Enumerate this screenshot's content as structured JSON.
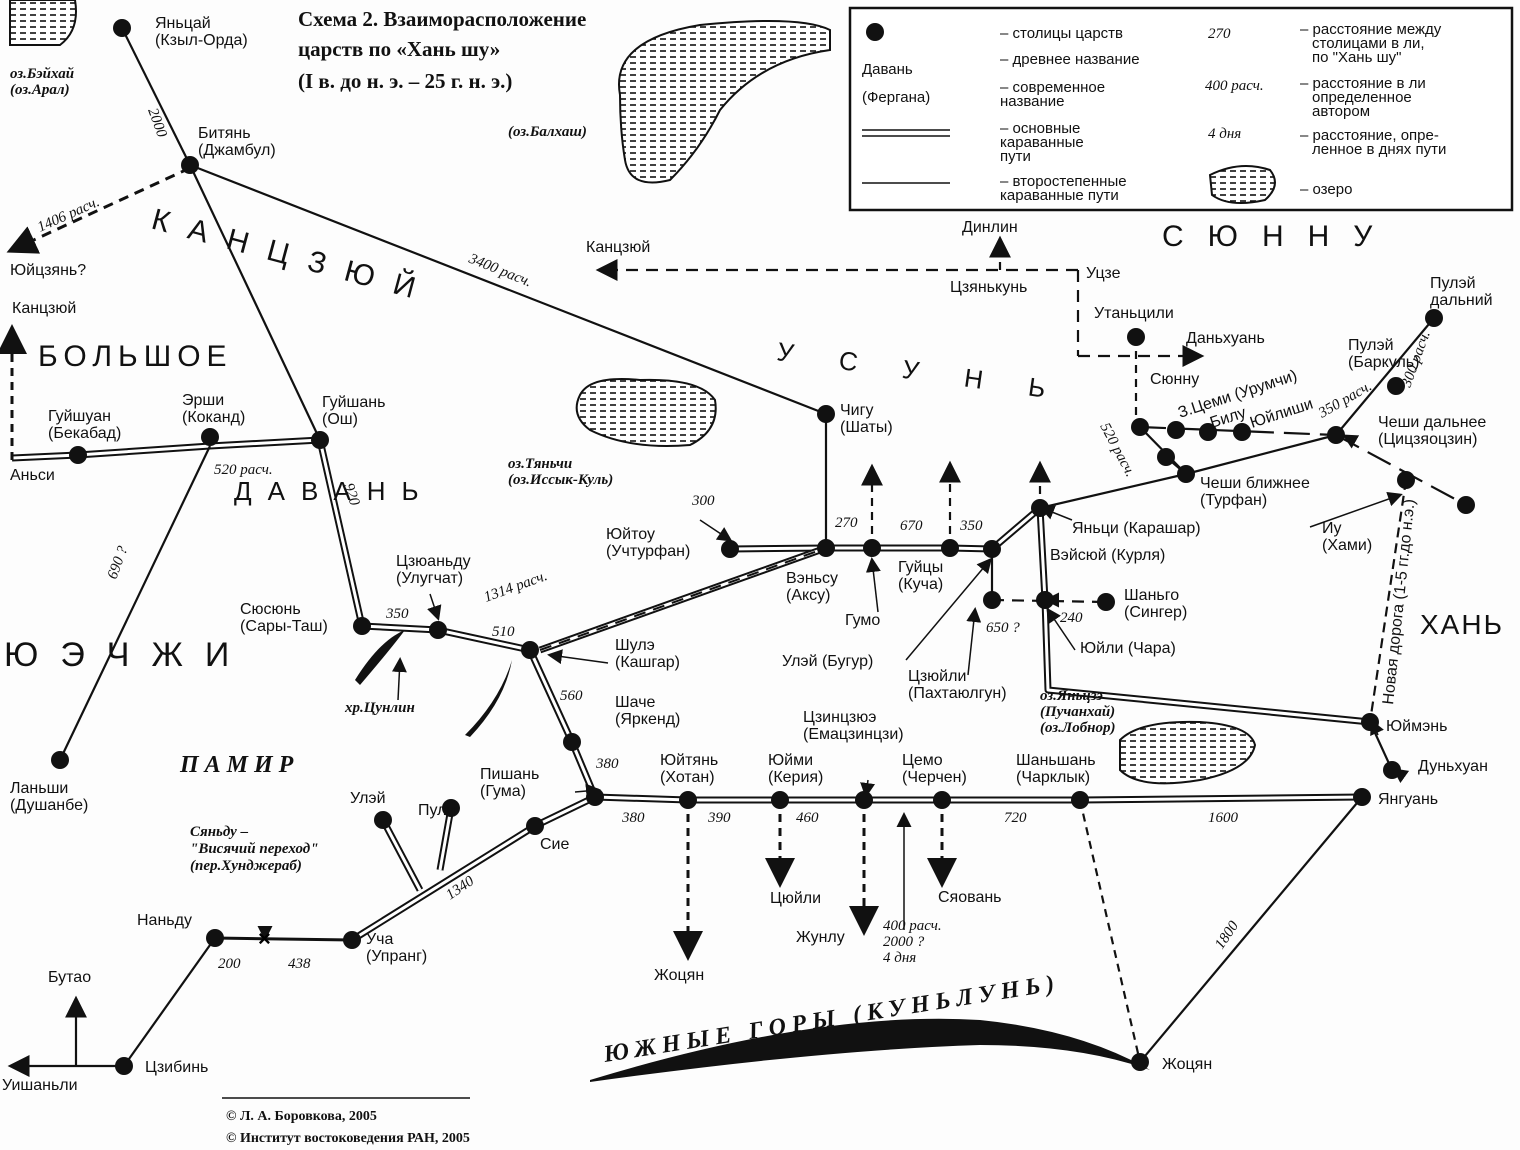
{
  "title": {
    "line1": "Схема 2. Взаиморасположение",
    "line2": "царств по «Хань шу»",
    "line3": "(I в. до н. э. – 25 г. н. э.)"
  },
  "legend": {
    "capital": "– столицы царств",
    "ancient": "– древнее название",
    "sample_ancient": "Давань",
    "sample_modern": "(Фергана)",
    "modern_1": "– современное",
    "modern_2": "название",
    "main_route_1": "– основные",
    "main_route_2": "караванные",
    "main_route_3": "пути",
    "secondary_route_1": "– второстепенные",
    "secondary_route_2": "караванные пути",
    "sample_distance": "270",
    "sample_calc": "400 расч.",
    "sample_days": "4 дня",
    "distance_1": "– расстояние между",
    "distance_2": "столицами в ли,",
    "distance_3": "по \"Хань шу\"",
    "calc_1": "– расстояние в ли",
    "calc_2": "определенное",
    "calc_3": "автором",
    "days_1": "– расстояние, опре-",
    "days_2": "ленное в днях пути",
    "lake": "– озеро"
  },
  "copyright": {
    "line1": "© Л. А. Боровкова, 2005",
    "line2": "© Институт востоковедения РАН, 2005"
  },
  "regions": [
    {
      "name": "region-kangju",
      "text": "КАНЦЗЮЙ"
    },
    {
      "name": "region-big",
      "text": "БОЛЬШОЕ"
    },
    {
      "name": "region-davan",
      "text": "ДАВАНЬ"
    },
    {
      "name": "region-yuezhi",
      "text": "ЮЭЧЖИ"
    },
    {
      "name": "region-xiongnu",
      "text": "СЮННУ"
    },
    {
      "name": "region-usun",
      "text": "УСУНЬ"
    },
    {
      "name": "region-han",
      "text": "ХАНЬ"
    },
    {
      "name": "region-pamir",
      "text": "ПАМИР"
    },
    {
      "name": "region-kunlun",
      "text": "ЮЖНЫЕ ГОРЫ (КУНЬЛУНЬ)"
    }
  ],
  "lakes": [
    {
      "name": "lake-aral-label",
      "lines": [
        "оз.Бэйхай",
        "(оз.Арал)"
      ]
    },
    {
      "name": "lake-balkhash-label",
      "lines": [
        "(оз.Балхаш)"
      ]
    },
    {
      "name": "lake-issyk-kul-label",
      "lines": [
        "оз.Тяньчи",
        "(оз.Иссык-Куль)"
      ]
    },
    {
      "name": "lake-lobnor-label",
      "lines": [
        "оз.Яньцзэ",
        "(Пучанхай)",
        "(оз.Лобнор)"
      ]
    }
  ],
  "places": [
    {
      "name": "yantsai",
      "lines": [
        "Яньцай",
        "(Кзыл-Орда)"
      ]
    },
    {
      "name": "bityan",
      "lines": [
        "Битянь",
        "(Джамбул)"
      ]
    },
    {
      "name": "yoitsyan",
      "lines": [
        "Юйцзянь?"
      ]
    },
    {
      "name": "kangju-west",
      "lines": [
        "Канцзюй"
      ]
    },
    {
      "name": "guishuan",
      "lines": [
        "Гуйшуан",
        "(Бекабад)"
      ]
    },
    {
      "name": "ershi",
      "lines": [
        "Эрши",
        "(Коканд)"
      ]
    },
    {
      "name": "guishan",
      "lines": [
        "Гуйшань",
        "(Ош)"
      ]
    },
    {
      "name": "ansi",
      "lines": [
        "Аньси"
      ]
    },
    {
      "name": "lanshi",
      "lines": [
        "Ланьши",
        "(Душанбе)"
      ]
    },
    {
      "name": "syusyun",
      "lines": [
        "Сюсюнь",
        "(Сары-Таш)"
      ]
    },
    {
      "name": "tszyuandu",
      "lines": [
        "Цзюаньду",
        "(Улугчат)"
      ]
    },
    {
      "name": "tsunlin-range",
      "lines": [
        "хр.Цунлин"
      ]
    },
    {
      "name": "shule",
      "lines": [
        "Шулэ",
        "(Кашгар)"
      ]
    },
    {
      "name": "shache",
      "lines": [
        "Шаче",
        "(Яркенд)"
      ]
    },
    {
      "name": "pishan",
      "lines": [
        "Пишань",
        "(Гума)"
      ]
    },
    {
      "name": "sie",
      "lines": [
        "Сие"
      ]
    },
    {
      "name": "ulei-west",
      "lines": [
        "Улэй"
      ]
    },
    {
      "name": "puli",
      "lines": [
        "Пули"
      ]
    },
    {
      "name": "syandu",
      "lines": [
        "Сяньду –",
        "\"Висячий переход\"",
        "(пер.Хунджераб)"
      ]
    },
    {
      "name": "nandu",
      "lines": [
        "Наньду"
      ]
    },
    {
      "name": "ucha",
      "lines": [
        "Уча",
        "(Упранг)"
      ]
    },
    {
      "name": "butao",
      "lines": [
        "Бутао"
      ]
    },
    {
      "name": "tszibin",
      "lines": [
        "Цзибинь"
      ]
    },
    {
      "name": "ushanli",
      "lines": [
        "Уишаньли"
      ]
    },
    {
      "name": "yuitou",
      "lines": [
        "Юйтоу",
        "(Учтурфан)"
      ]
    },
    {
      "name": "chigu",
      "lines": [
        "Чигу",
        "(Шаты)"
      ]
    },
    {
      "name": "vensu",
      "lines": [
        "Вэньсу",
        "(Аксу)"
      ]
    },
    {
      "name": "gumo",
      "lines": [
        "Гумо"
      ]
    },
    {
      "name": "guitsy",
      "lines": [
        "Гуйцы",
        "(Куча)"
      ]
    },
    {
      "name": "ulei-bugur",
      "lines": [
        "Улэй (Бугур)"
      ]
    },
    {
      "name": "tszyoili",
      "lines": [
        "Цзюйли",
        "(Пахтаюлгун)"
      ]
    },
    {
      "name": "yanqi",
      "lines": [
        "Яньци (Карашар)"
      ]
    },
    {
      "name": "veisyui",
      "lines": [
        "Вэйсюй (Курля)"
      ]
    },
    {
      "name": "shango",
      "lines": [
        "Шаньго",
        "(Сингер)"
      ]
    },
    {
      "name": "yuili",
      "lines": [
        "Юйли (Чара)"
      ]
    },
    {
      "name": "kangju-north",
      "lines": [
        "Канцзюй"
      ]
    },
    {
      "name": "dinlin",
      "lines": [
        "Динлин"
      ]
    },
    {
      "name": "tszyankun",
      "lines": [
        "Цзянькунь"
      ]
    },
    {
      "name": "utsze",
      "lines": [
        "Уцзе"
      ]
    },
    {
      "name": "utantsili",
      "lines": [
        "Утаньцили"
      ]
    },
    {
      "name": "danhuan",
      "lines": [
        "Даньхуань"
      ]
    },
    {
      "name": "syunnu-town",
      "lines": [
        "Сюнну"
      ]
    },
    {
      "name": "tsemi",
      "lines": [
        "З.Цеми (Урумчи)"
      ]
    },
    {
      "name": "bilu",
      "lines": [
        "Билу"
      ]
    },
    {
      "name": "yuilishi",
      "lines": [
        "Юйлиши"
      ]
    },
    {
      "name": "pulei-far",
      "lines": [
        "Пулэй",
        "дальний"
      ]
    },
    {
      "name": "pulei",
      "lines": [
        "Пулэй",
        "(Баркуль)"
      ]
    },
    {
      "name": "cheshi-far",
      "lines": [
        "Чеши дальнее",
        "(Цицзяоцзин)"
      ]
    },
    {
      "name": "cheshi-near",
      "lines": [
        "Чеши ближнее",
        "(Турфан)"
      ]
    },
    {
      "name": "iu",
      "lines": [
        "Иу",
        "(Хами)"
      ]
    },
    {
      "name": "yuimen",
      "lines": [
        "Юймэнь"
      ]
    },
    {
      "name": "dunhuan",
      "lines": [
        "Дуньхуан"
      ]
    },
    {
      "name": "yanguan",
      "lines": [
        "Янгуань"
      ]
    },
    {
      "name": "yuityan",
      "lines": [
        "Юйтянь",
        "(Хотан)"
      ]
    },
    {
      "name": "yuimi",
      "lines": [
        "Юйми",
        "(Керия)"
      ]
    },
    {
      "name": "tszintszyue",
      "lines": [
        "Цзинцзюэ",
        "(Емацзинцзи)"
      ]
    },
    {
      "name": "tsemo",
      "lines": [
        "Цемо",
        "(Черчен)"
      ]
    },
    {
      "name": "shanshan",
      "lines": [
        "Шаньшань",
        "(Чарклык)"
      ]
    },
    {
      "name": "zhotsyan-1",
      "lines": [
        "Жоцян"
      ]
    },
    {
      "name": "tsyoili",
      "lines": [
        "Цюйли"
      ]
    },
    {
      "name": "zhunlu",
      "lines": [
        "Жунлу"
      ]
    },
    {
      "name": "syovan",
      "lines": [
        "Сяовань"
      ]
    },
    {
      "name": "zhotsyan-2",
      "lines": [
        "Жоцян"
      ]
    },
    {
      "name": "new-road",
      "lines": [
        "Новая дорога (1-5 гг.до н.э.)"
      ]
    }
  ],
  "distances": [
    {
      "name": "dist-2000",
      "text": "2000"
    },
    {
      "name": "dist-1406",
      "text": "1406 расч."
    },
    {
      "name": "dist-3400",
      "text": "3400 расч."
    },
    {
      "name": "dist-520a",
      "text": "520 расч."
    },
    {
      "name": "dist-920",
      "text": "920"
    },
    {
      "name": "dist-690",
      "text": "690 ?"
    },
    {
      "name": "dist-350a",
      "text": "350"
    },
    {
      "name": "dist-1314",
      "text": "1314 расч."
    },
    {
      "name": "dist-510",
      "text": "510"
    },
    {
      "name": "dist-560",
      "text": "560"
    },
    {
      "name": "dist-380a",
      "text": "380"
    },
    {
      "name": "dist-380b",
      "text": "380"
    },
    {
      "name": "dist-390",
      "text": "390"
    },
    {
      "name": "dist-460",
      "text": "460"
    },
    {
      "name": "dist-720",
      "text": "720"
    },
    {
      "name": "dist-1600",
      "text": "1600"
    },
    {
      "name": "dist-1340",
      "text": "1340"
    },
    {
      "name": "dist-200",
      "text": "200"
    },
    {
      "name": "dist-438",
      "text": "438"
    },
    {
      "name": "dist-300a",
      "text": "300"
    },
    {
      "name": "dist-270",
      "text": "270"
    },
    {
      "name": "dist-670",
      "text": "670"
    },
    {
      "name": "dist-350b",
      "text": "350"
    },
    {
      "name": "dist-650",
      "text": "650 ?"
    },
    {
      "name": "dist-240",
      "text": "240"
    },
    {
      "name": "dist-520b",
      "text": "520 расч."
    },
    {
      "name": "dist-350c",
      "text": "350 расч."
    },
    {
      "name": "dist-300b",
      "text": "300 расч."
    },
    {
      "name": "dist-1800",
      "text": "1800"
    },
    {
      "name": "dist-400-calc",
      "text": "400 расч."
    },
    {
      "name": "dist-2000q",
      "text": "2000 ?"
    },
    {
      "name": "dist-4days",
      "text": "4 дня"
    }
  ]
}
